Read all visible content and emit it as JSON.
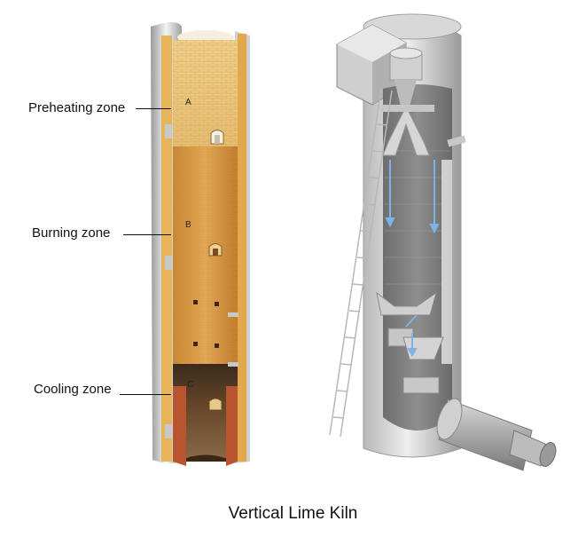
{
  "figure": {
    "caption": "Vertical Lime Kiln",
    "zones": [
      {
        "label": "Preheating zone",
        "letter": "A"
      },
      {
        "label": "Burning zone",
        "letter": "B"
      },
      {
        "label": "Cooling zone",
        "letter": "C"
      }
    ]
  },
  "colors": {
    "brick_light": "#e9c178",
    "brick_mid": "#d79a42",
    "brick_dark": "#b86d22",
    "cooling_dark": "#5a3b22",
    "steel_light": "#e6e6e6",
    "steel_mid": "#bdbdbd",
    "steel_dark": "#8a8a8a",
    "arrow_blue": "#7fb2e8"
  }
}
